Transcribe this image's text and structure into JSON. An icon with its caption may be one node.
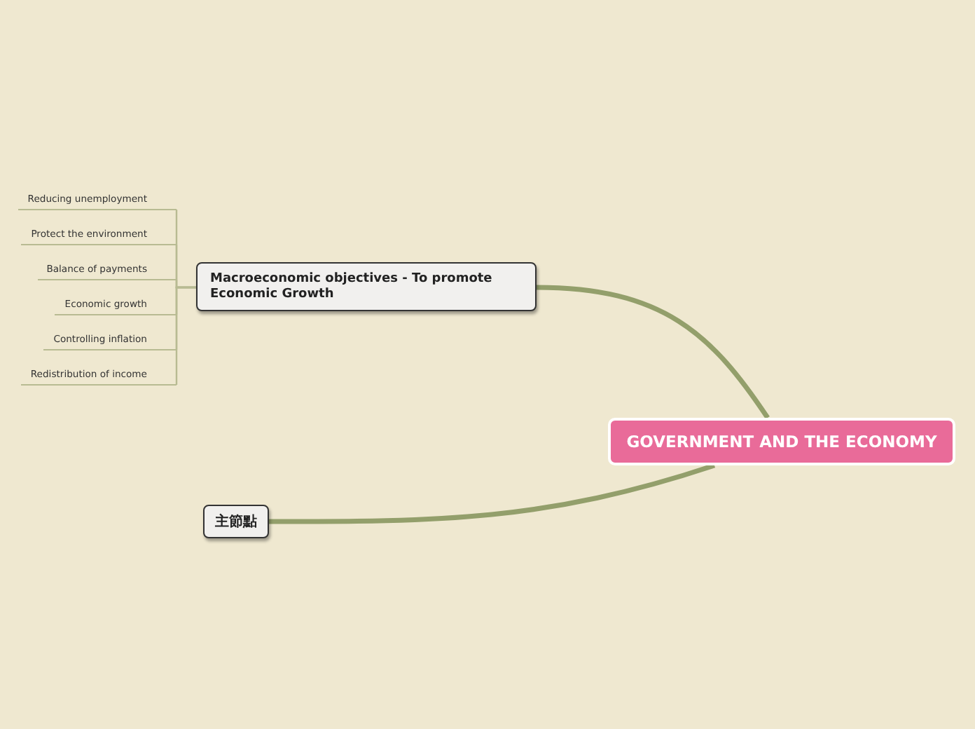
{
  "diagram": {
    "nodes": [
      {
        "text": [
          "GOVERNMENT AND THE ECONOMY"
        ]
      },
      {
        "text": [
          "Macroeconomic objectives - To promote Economic Growth"
        ]
      },
      {
        "text": [
          "主節點"
        ]
      },
      {
        "text": [
          "Reducing unemployment"
        ]
      },
      {
        "text": [
          "Protect the environment"
        ]
      },
      {
        "text": [
          "Balance of payments"
        ]
      },
      {
        "text": [
          "Economic growth"
        ]
      },
      {
        "text": [
          "Controlling inflation"
        ]
      },
      {
        "text": [
          "Redistribution of income"
        ]
      }
    ],
    "edges": [
      {
        "from": 0,
        "to": 1,
        "arrow": "none",
        "style": "thick"
      },
      {
        "from": 0,
        "to": 2,
        "arrow": "none",
        "style": "thick"
      },
      {
        "from": 1,
        "to": 3,
        "arrow": "none"
      },
      {
        "from": 1,
        "to": 4,
        "arrow": "none"
      },
      {
        "from": 1,
        "to": 5,
        "arrow": "none"
      },
      {
        "from": 1,
        "to": 6,
        "arrow": "none"
      },
      {
        "from": 1,
        "to": 7,
        "arrow": "none"
      },
      {
        "from": 1,
        "to": 8,
        "arrow": "none"
      }
    ]
  }
}
